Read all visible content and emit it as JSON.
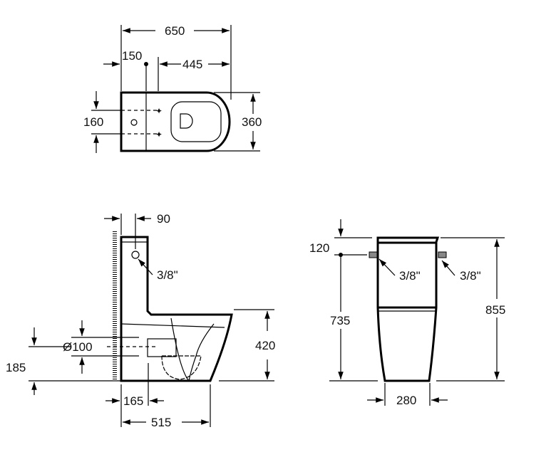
{
  "top_view": {
    "overall_length": "650",
    "tank_offset": "150",
    "bowl_length": "445",
    "fixing_spacing": "160",
    "width": "360"
  },
  "side_view": {
    "inlet_offset": "90",
    "inlet_size": "3/8\"",
    "outlet_diameter": "Ø100",
    "outlet_height": "185",
    "seat_height": "420",
    "outlet_setback": "165",
    "base_length": "515"
  },
  "front_view": {
    "inlet_from_top": "120",
    "inlet_height": "735",
    "overall_height": "855",
    "base_width": "280",
    "left_inlet_size": "3/8\"",
    "right_inlet_size": "3/8\""
  }
}
